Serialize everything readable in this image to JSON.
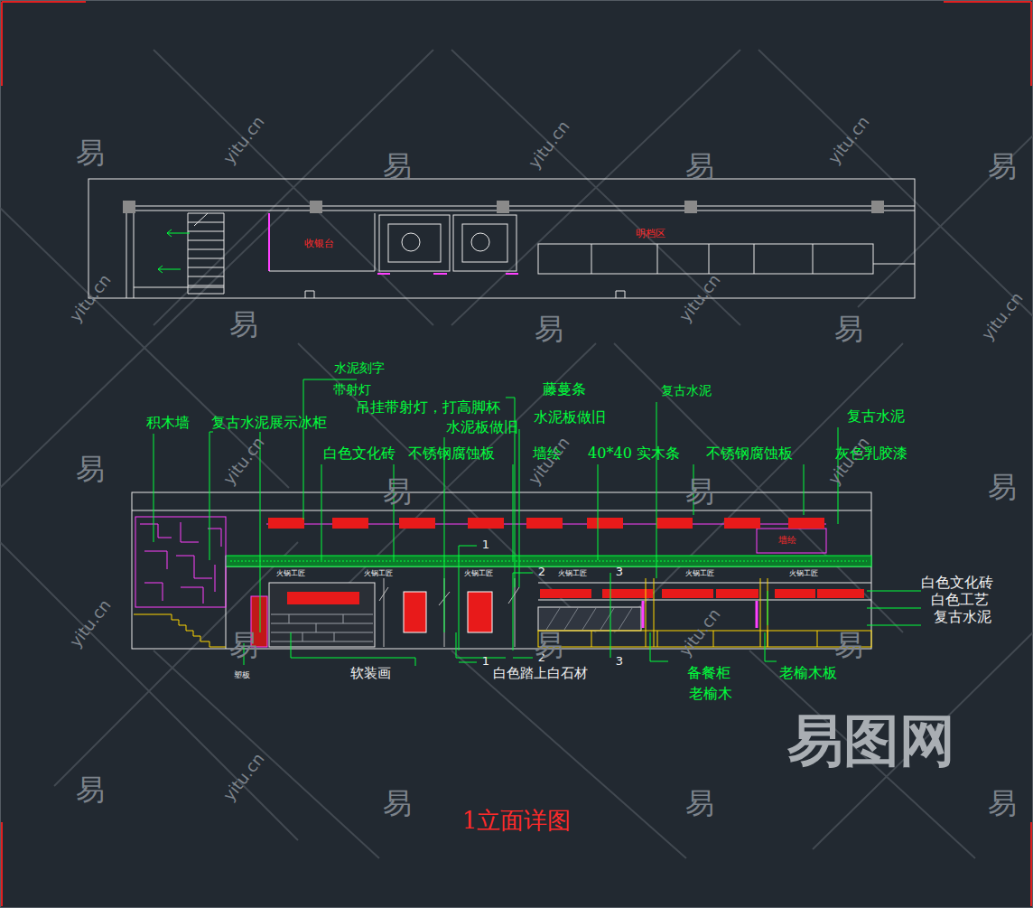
{
  "diagram": {
    "title": "1立面详图",
    "labels": [
      "收银台",
      "明档区",
      "水泥刻字",
      "带射灯",
      "藤蔓条",
      "复古水泥",
      "吊挂带射灯，打高脚杯",
      "复古水泥",
      "积木墙",
      "复古水泥展示冰柜",
      "水泥板做旧",
      "水泥板做旧",
      "白色文化砖",
      "不锈钢腐蚀板",
      "墙绘",
      "40*40  实木条",
      "不锈钢腐蚀板",
      "灰色乳胶漆",
      "墙绘",
      "1",
      "火锅工匠",
      "火锅工匠",
      "火锅工匠",
      "2",
      "3",
      "火锅工匠",
      "火锅工匠",
      "火锅工匠",
      "白色文化砖",
      "白色工艺",
      "复古水泥",
      "1",
      "2",
      "3",
      "塑板",
      "软装画",
      "白色踏上白石材",
      "备餐柜",
      "老榆木",
      "老榆木板",
      "易图网",
      "易",
      "易",
      "易",
      "易",
      "易",
      "易",
      "易",
      "易",
      "易",
      "易",
      "易",
      "易",
      "易",
      "易",
      "易",
      "易",
      "易",
      "易",
      "yitu.cn",
      "yitu.cn",
      "yitu.cn",
      "yitu.cn",
      "yitu.cn",
      "yitu.cn",
      "yitu.cn",
      "yitu.cn",
      "yitu.cn",
      "yitu.cn",
      "yitu.cn",
      "yitu.cn"
    ]
  }
}
